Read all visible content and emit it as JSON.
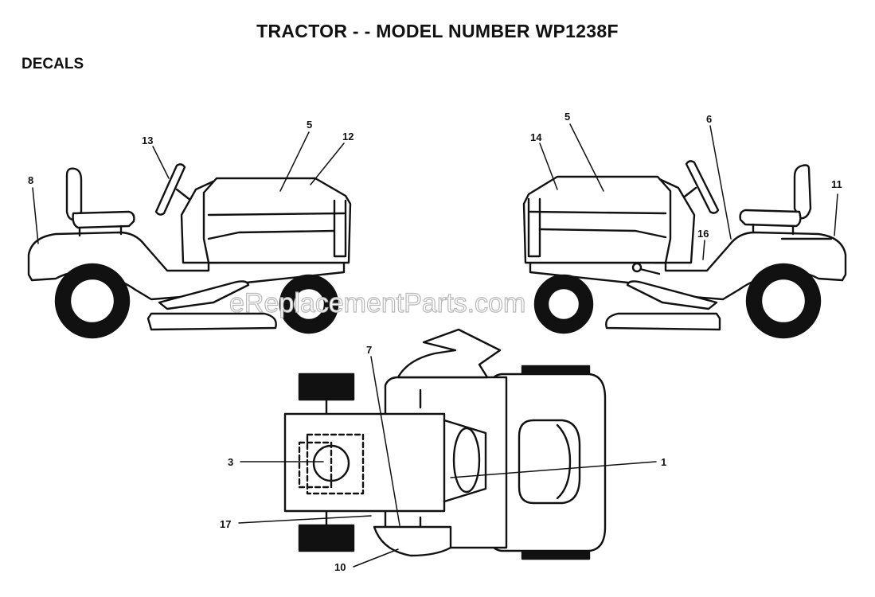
{
  "title": "TRACTOR - - MODEL NUMBER WP1238F",
  "section": "DECALS",
  "watermark": "eReplacementParts.com",
  "callouts": {
    "c1": "1",
    "c3": "3",
    "c5a": "5",
    "c5b": "5",
    "c6": "6",
    "c7": "7",
    "c8": "8",
    "c10": "10",
    "c11": "11",
    "c12": "12",
    "c13": "13",
    "c14": "14",
    "c16": "16",
    "c17": "17"
  }
}
